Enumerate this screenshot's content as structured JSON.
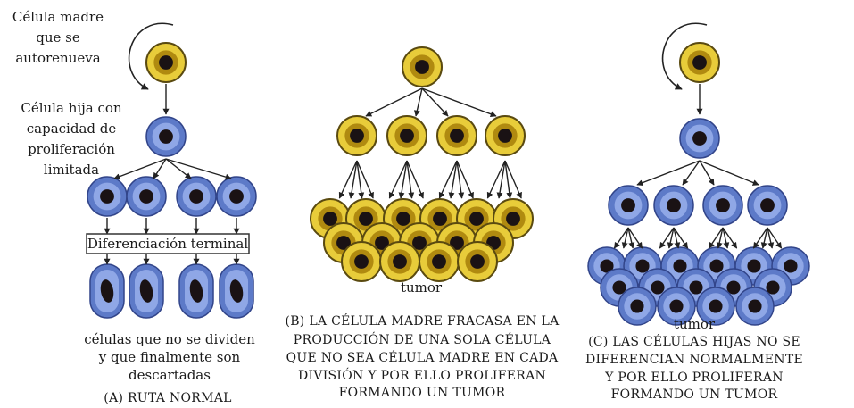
{
  "colors": {
    "stem_outer": "#e8cc3a",
    "stem_inner": "#b08a10",
    "stem_ring": "#5a4a10",
    "daughter_outer": "#5d7ac8",
    "daughter_inner": "#8fa7e6",
    "nucleus": "#1a1214",
    "arrow": "#222222"
  },
  "panel_a": {
    "self_renew_label": [
      "Célula madre",
      "que se",
      "autorenueva"
    ],
    "daughter_label": [
      "Célula hija con",
      "capacidad de",
      "proliferación",
      "limitada"
    ],
    "terminal_box_label": "Diferenciación terminal",
    "bottom_label": [
      "células que no se dividen",
      "y que finalmente son",
      "descartadas"
    ],
    "caption": "(A) RUTA NORMAL"
  },
  "panel_b": {
    "tumor_label": "tumor",
    "caption": [
      "(B) LA CÉLULA MADRE FRACASA EN LA",
      "PRODUCCIÓN DE UNA SOLA CÉLULA",
      "QUE NO SEA CÉLULA MADRE EN CADA",
      "DIVISIÓN Y POR ELLO PROLIFERAN",
      "FORMANDO UN TUMOR"
    ]
  },
  "panel_c": {
    "tumor_label": "tumor",
    "caption": [
      "(C) LAS CÉLULAS HIJAS NO SE",
      "DIFERENCIAN NORMALMENTE",
      "Y POR ELLO PROLIFERAN",
      "FORMANDO UN TUMOR"
    ]
  }
}
